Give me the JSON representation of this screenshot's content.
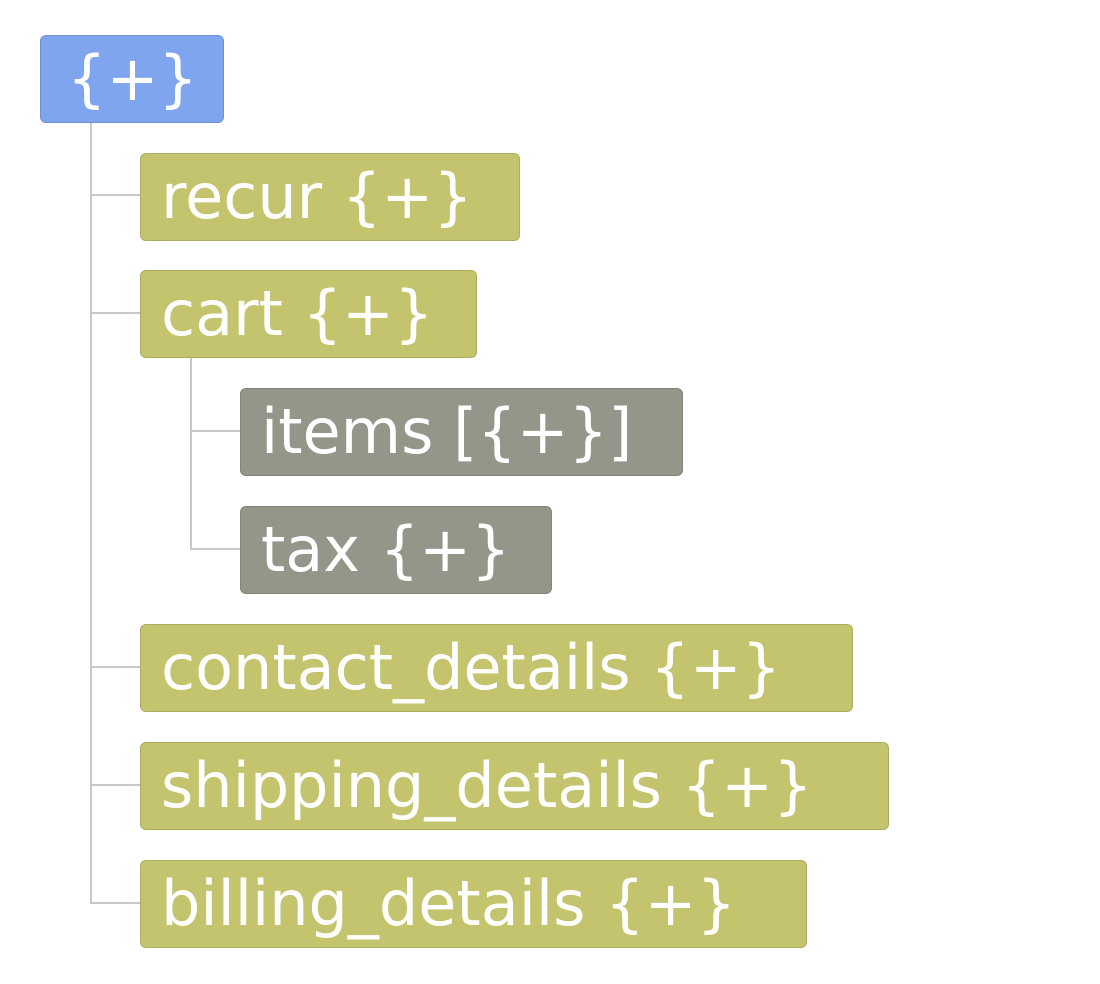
{
  "colors": {
    "root": "#7fa5ee",
    "object_node": "#c3c46d",
    "nested_node": "#95958a",
    "connector": "#c8c8c8",
    "text": "#ffffff"
  },
  "tree": {
    "root": {
      "label": "{+}"
    },
    "children": [
      {
        "label": "recur {+}"
      },
      {
        "label": "cart {+}",
        "children": [
          {
            "label": "items [{+}]"
          },
          {
            "label": "tax {+}"
          }
        ]
      },
      {
        "label": "contact_details {+}"
      },
      {
        "label": "shipping_details {+}"
      },
      {
        "label": "billing_details {+}"
      }
    ]
  }
}
